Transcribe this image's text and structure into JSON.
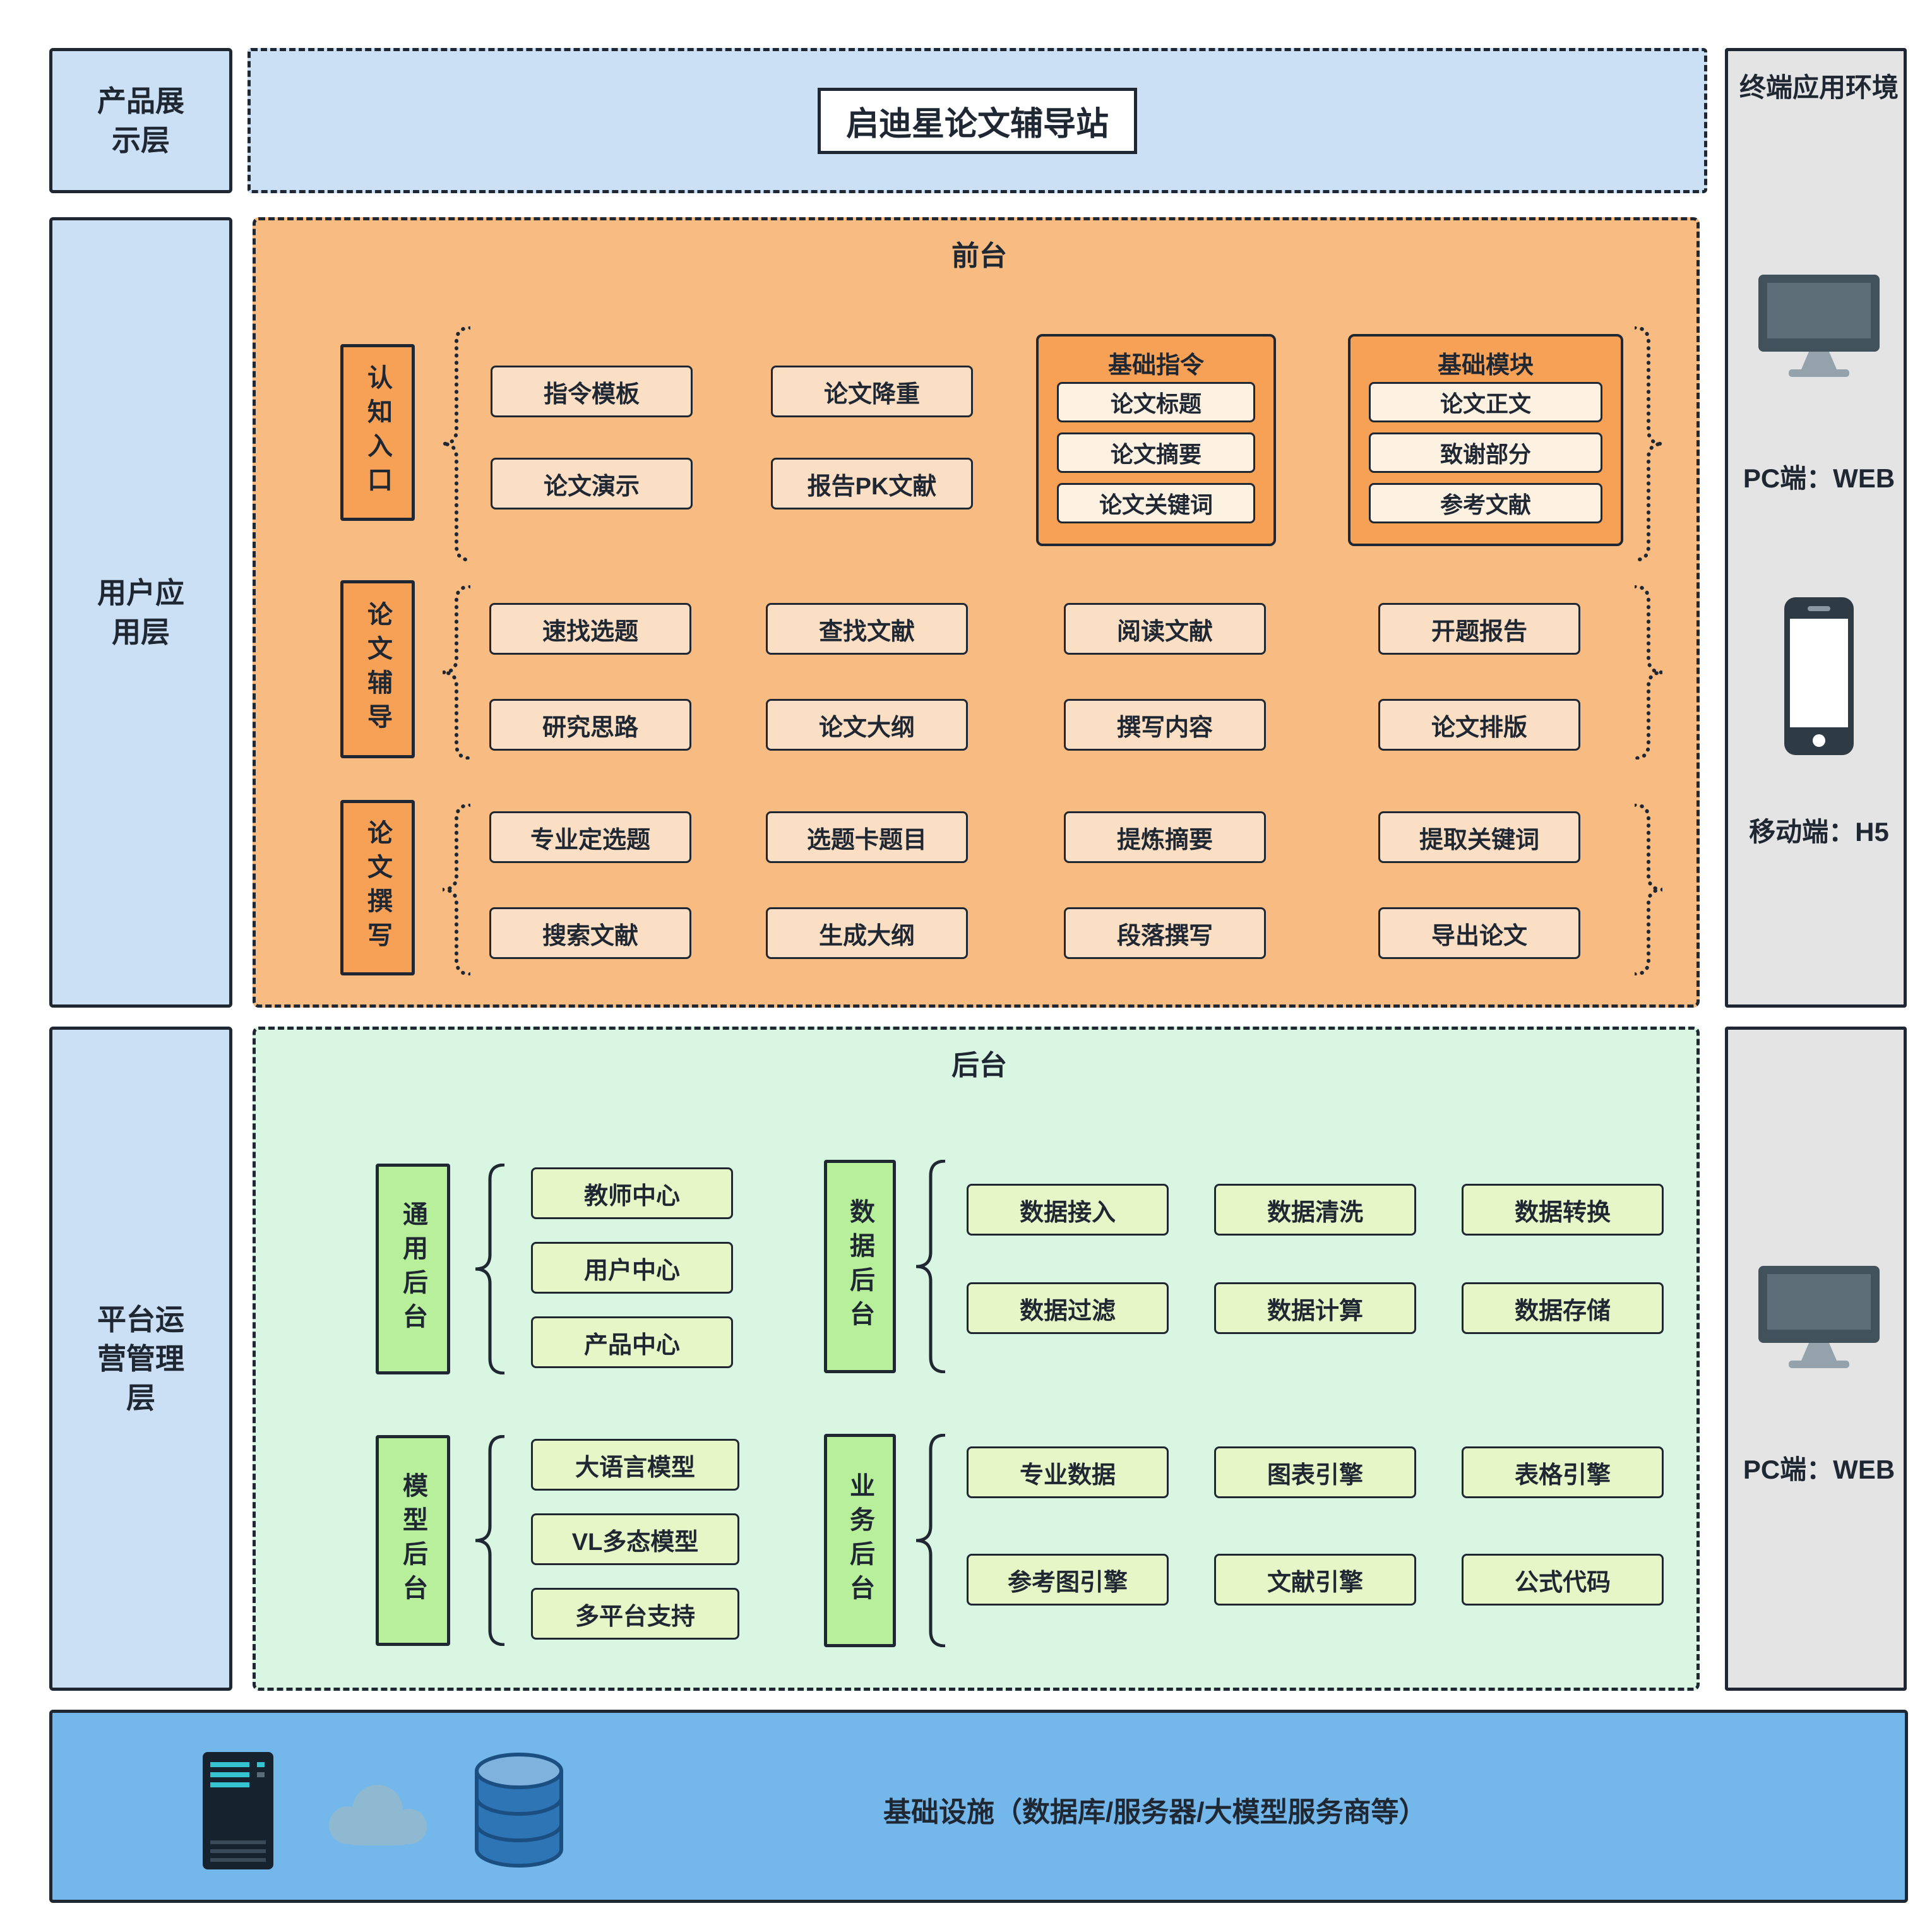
{
  "title": "启迪星论文辅导站",
  "layers": {
    "items": [
      "产品展示层",
      "用户应用层",
      "平台运营管理层"
    ]
  },
  "terminal": {
    "title": "终端应用环境",
    "pc_web": "PC端：WEB",
    "mobile_h5": "移动端：H5",
    "pc_web_2": "PC端：WEB"
  },
  "front": {
    "label": "前台",
    "row1": {
      "category": "认知入口",
      "items": [
        "指令模板",
        "论文演示",
        "论文降重",
        "报告PK文献"
      ],
      "groups": [
        {
          "title": "基础指令",
          "items": [
            "论文标题",
            "论文摘要",
            "论文关键词"
          ]
        },
        {
          "title": "基础模块",
          "items": [
            "论文正文",
            "致谢部分",
            "参考文献"
          ]
        }
      ]
    },
    "row2": {
      "category": "论文辅导",
      "items": [
        "速找选题",
        "研究思路",
        "查找文献",
        "论文大纲",
        "阅读文献",
        "撰写内容",
        "开题报告",
        "论文排版"
      ]
    },
    "row3": {
      "category": "论文撰写",
      "items": [
        "专业定选题",
        "搜索文献",
        "选题卡题目",
        "生成大纲",
        "提炼摘要",
        "段落撰写",
        "提取关键词",
        "导出论文"
      ]
    }
  },
  "back": {
    "label": "后台",
    "groups": [
      {
        "category": "通用后台",
        "items": [
          "教师中心",
          "用户中心",
          "产品中心"
        ]
      },
      {
        "category": "数据后台",
        "items": [
          "数据接入",
          "数据清洗",
          "数据转换",
          "数据过滤",
          "数据计算",
          "数据存储"
        ]
      },
      {
        "category": "模型后台",
        "items": [
          "大语言模型",
          "VL多态模型",
          "多平台支持"
        ]
      },
      {
        "category": "业务后台",
        "items": [
          "专业数据",
          "图表引擎",
          "表格引擎",
          "参考图引擎",
          "文献引擎",
          "公式代码"
        ]
      }
    ]
  },
  "infra": {
    "label": "基础设施（数据库/服务器/大模型服务商等）"
  },
  "colors": {
    "ink": "#1f2733",
    "layer_blue": "#cbe0f5",
    "front_bg": "#f8bc82",
    "front_deep": "#f7a157",
    "front_item": "#fbdfc4",
    "front_inner": "#fdf1e2",
    "back_bg": "#d9f6e2",
    "back_deep": "#b7ef9a",
    "back_item": "#e6f6c6",
    "banner_blue": "#74b7ea",
    "panel_gray": "#e4e4e4"
  }
}
